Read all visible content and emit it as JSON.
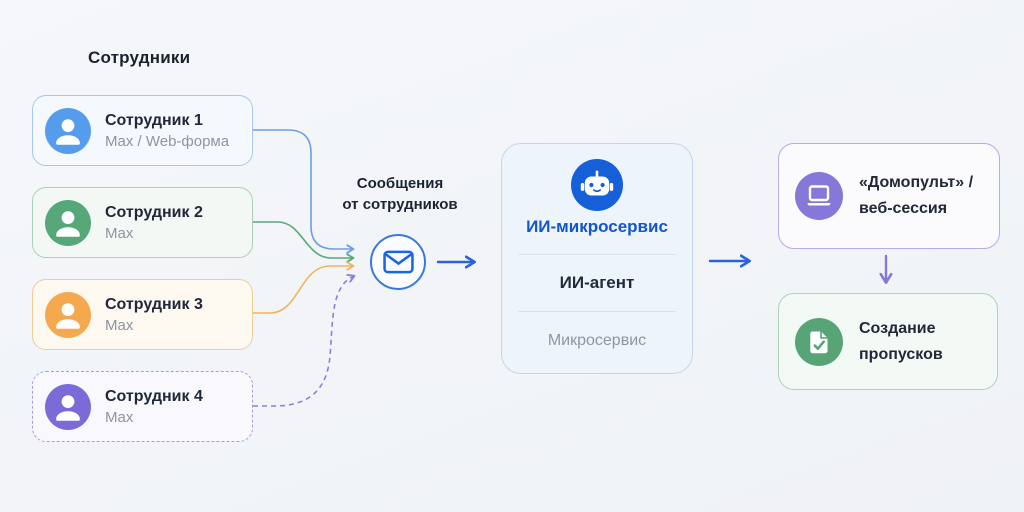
{
  "page": {
    "title": "Сотрудники"
  },
  "employees": [
    {
      "name": "Сотрудник 1",
      "channel": "Max / Web-форма",
      "accent": "#559ced",
      "connector_style": "solid"
    },
    {
      "name": "Сотрудник 2",
      "channel": "Max",
      "accent": "#57a878",
      "connector_style": "solid"
    },
    {
      "name": "Сотрудник 3",
      "channel": "Max",
      "accent": "#f4a94e",
      "connector_style": "solid"
    },
    {
      "name": "Сотрудник 4",
      "channel": "Max",
      "accent": "#7a6bd9",
      "connector_style": "dashed"
    }
  ],
  "hub": {
    "label_line1": "Сообщения",
    "label_line2": "от сотрудников",
    "icon": "envelope-icon",
    "accent": "#2a62dc"
  },
  "service": {
    "title": "ИИ-микросервис",
    "agent": "ИИ-агент",
    "microservice": "Микросервис",
    "icon": "robot-icon",
    "title_color": "#1355cf"
  },
  "web_session": {
    "line1": "«Домопульт» /",
    "line2": "веб-сессия",
    "icon": "laptop-icon",
    "accent": "#8678d9"
  },
  "passes": {
    "line1": "Создание",
    "line2": "пропусков",
    "icon": "document-check-icon",
    "accent": "#57a477"
  }
}
